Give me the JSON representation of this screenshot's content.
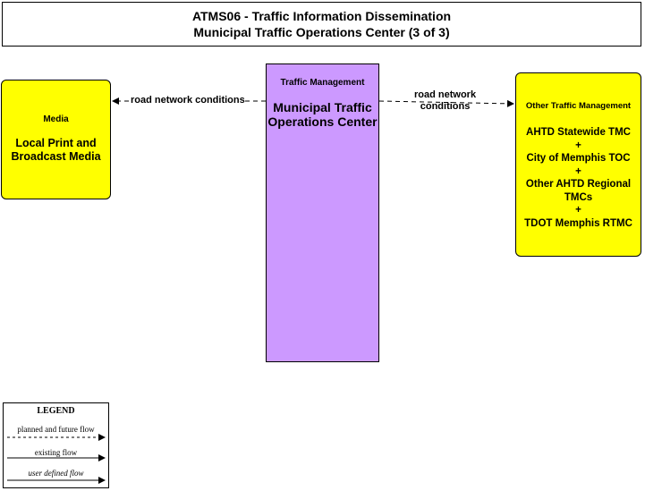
{
  "title": {
    "line1": "ATMS06 - Traffic Information Dissemination",
    "line2": "Municipal Traffic Operations Center (3 of 3)"
  },
  "nodes": {
    "media": {
      "category": "Media",
      "name": "Local Print and Broadcast Media",
      "color": "#ffff00"
    },
    "center": {
      "category": "Traffic Management",
      "name": "Municipal Traffic Operations Center",
      "color": "#cc99ff"
    },
    "other": {
      "category": "Other Traffic Management",
      "lines": [
        "AHTD Statewide TMC",
        "+",
        "City of Memphis TOC",
        "+",
        "Other AHTD Regional TMCs",
        "+",
        "TDOT Memphis RTMC"
      ],
      "color": "#ffff00"
    }
  },
  "flows": {
    "left": {
      "label": "road network conditions",
      "style": "planned"
    },
    "right": {
      "label_line1": "road network",
      "label_line2": "conditions",
      "style": "planned"
    }
  },
  "legend": {
    "title": "LEGEND",
    "planned": "planned and future flow",
    "existing": "existing flow",
    "user_defined": "user defined flow"
  }
}
